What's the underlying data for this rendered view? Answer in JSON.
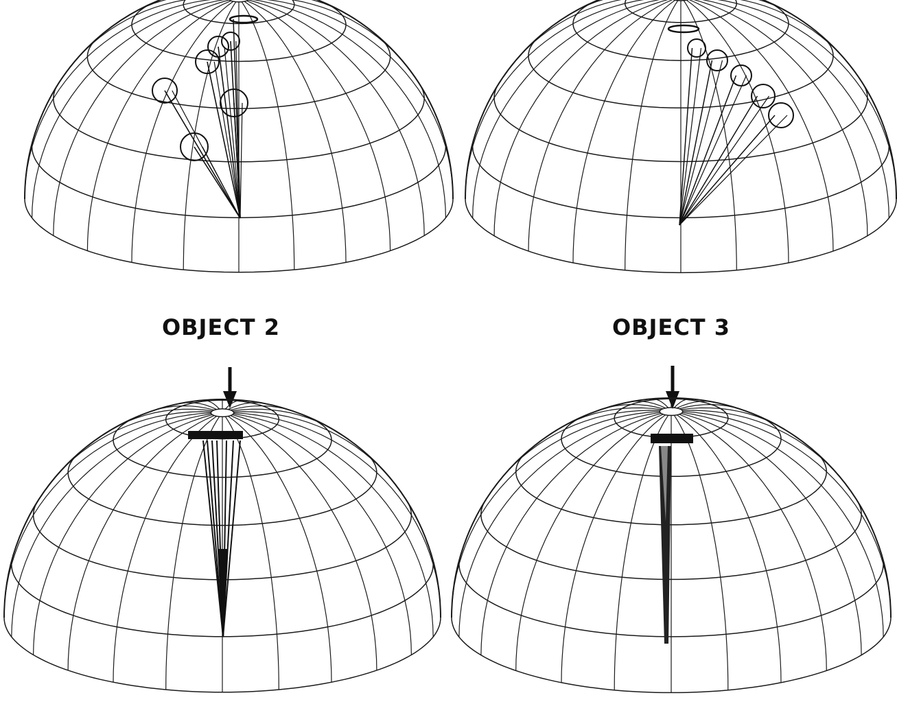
{
  "figure": {
    "panels": [
      {
        "id": "object-2",
        "caption": "OBJECT 2"
      },
      {
        "id": "object-3",
        "caption": "OBJECT 3"
      }
    ],
    "colors": {
      "line": "#1a1a1a",
      "background": "#ffffff",
      "mark": "#111111"
    }
  }
}
